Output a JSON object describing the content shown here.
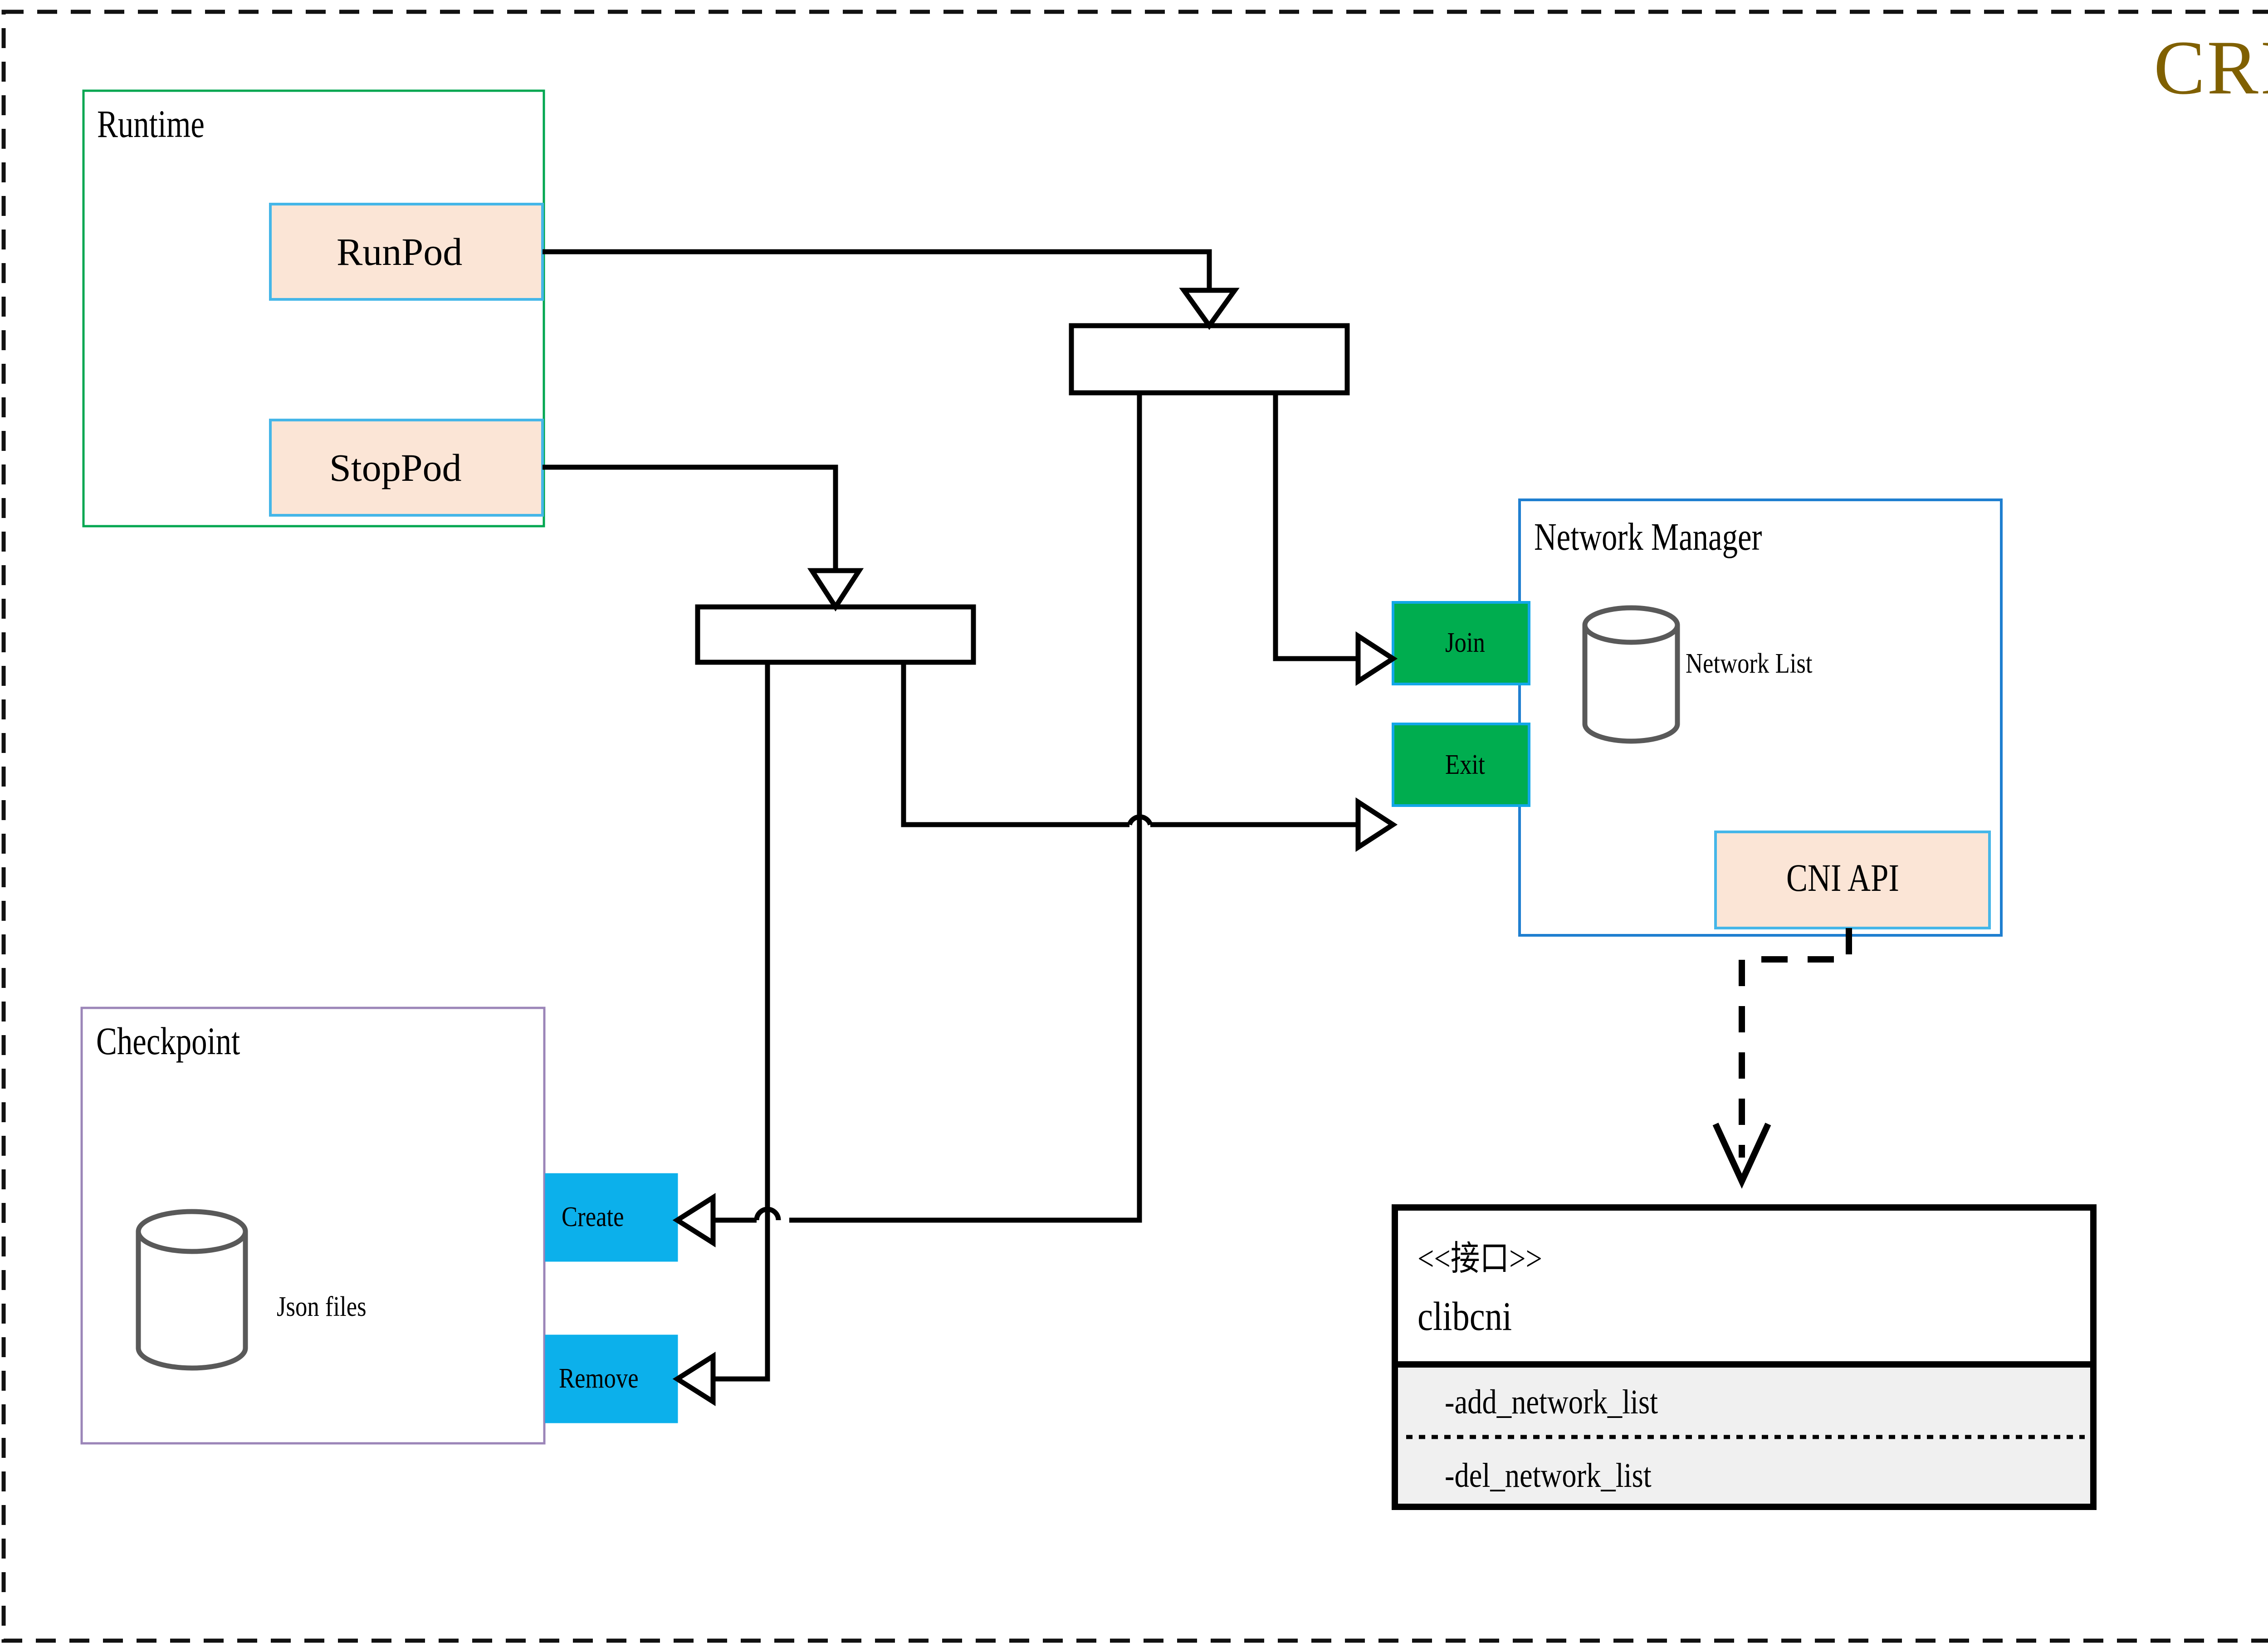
{
  "diagram": {
    "title": "CRI",
    "title_color": "#806000",
    "boundary_style": "dashed"
  },
  "groups": [
    {
      "id": "runtime",
      "label": "Runtime",
      "border_color": "#00a650"
    },
    {
      "id": "checkpoint",
      "label": "Checkpoint",
      "border_color": "#9b85b8"
    },
    {
      "id": "network-manager",
      "label": "Network Manager",
      "border_color": "#1f7fd0"
    }
  ],
  "nodes": [
    {
      "id": "runpod",
      "label": "RunPod",
      "fill": "#fbe5d6",
      "border": "#45b6e8"
    },
    {
      "id": "stoppod",
      "label": "StopPod",
      "fill": "#fbe5d6",
      "border": "#45b6e8"
    },
    {
      "id": "join",
      "label": "Join",
      "fill": "#00ad4f",
      "border": "#12a7e8"
    },
    {
      "id": "exit",
      "label": "Exit",
      "fill": "#00ad4f",
      "border": "#12a7e8"
    },
    {
      "id": "create",
      "label": "Create",
      "fill": "#0cb0eb",
      "border": "#0cb0eb"
    },
    {
      "id": "remove",
      "label": "Remove",
      "fill": "#0cb0eb",
      "border": "#0cb0eb"
    },
    {
      "id": "cni-api",
      "label": "CNI API",
      "fill": "#fbe5d6",
      "border": "#45b6e8"
    }
  ],
  "datastores": [
    {
      "id": "network-list",
      "label": "Network List",
      "color": "#595959"
    },
    {
      "id": "json-files",
      "label": "Json files",
      "color": "#595959"
    }
  ],
  "interface": {
    "stereotype": "<<接口>>",
    "name": "clibcni",
    "operations": [
      "-add_network_list",
      "-del_network_list"
    ],
    "compartment_fill": "#f0f0f0",
    "border": "#000000"
  },
  "forks": [
    {
      "id": "fork-runpod",
      "label": ""
    },
    {
      "id": "fork-stoppod",
      "label": ""
    }
  ]
}
